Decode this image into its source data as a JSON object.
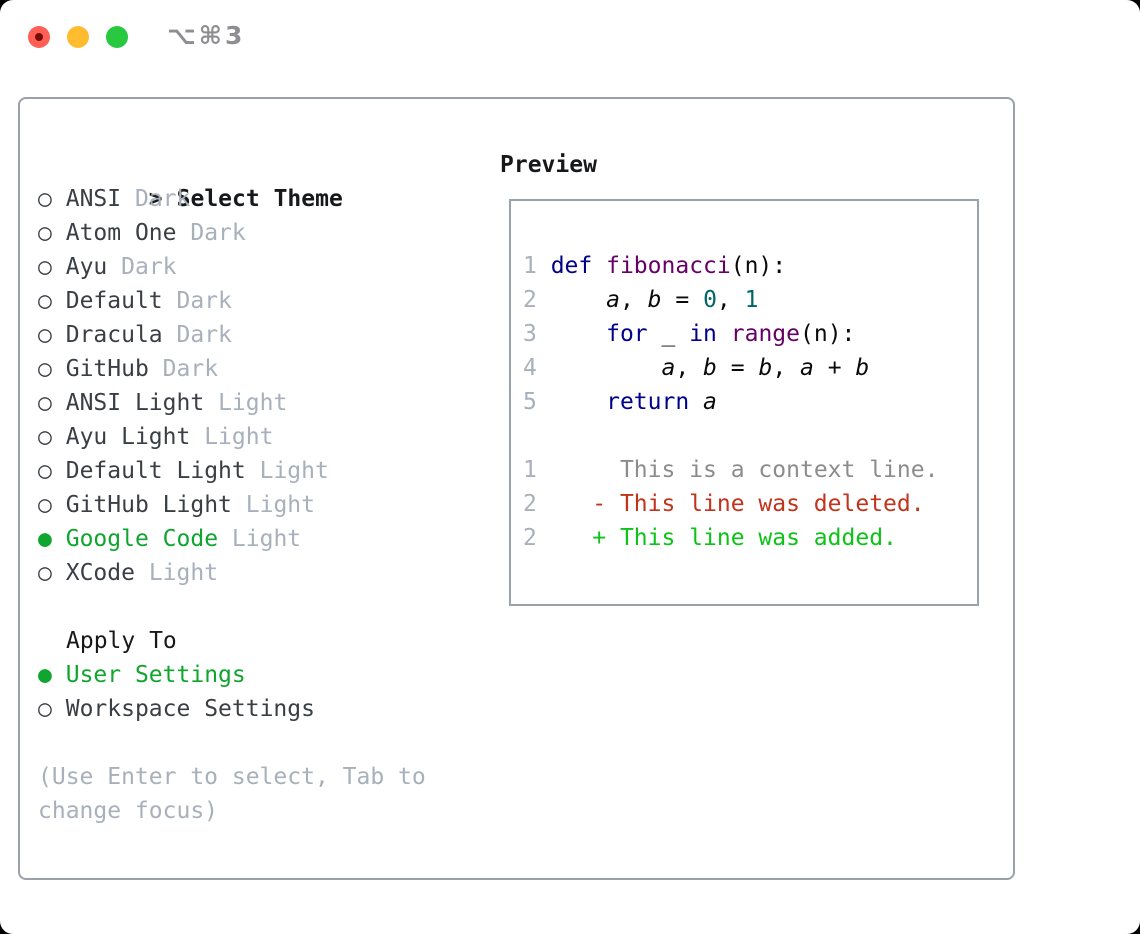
{
  "titlebar": {
    "title": "⌥⌘3",
    "traffic_lights": {
      "close_color": "#FF5F57",
      "minimize_color": "#FEBC2E",
      "zoom_color": "#28C840"
    }
  },
  "theme_selector": {
    "prompt": ">",
    "title": "Select Theme",
    "markers": {
      "selected": "●",
      "unselected": "○"
    },
    "themes": [
      {
        "name": "ANSI",
        "variant": "Dark",
        "selected": false
      },
      {
        "name": "Atom One",
        "variant": "Dark",
        "selected": false
      },
      {
        "name": "Ayu",
        "variant": "Dark",
        "selected": false
      },
      {
        "name": "Default",
        "variant": "Dark",
        "selected": false
      },
      {
        "name": "Dracula",
        "variant": "Dark",
        "selected": false
      },
      {
        "name": "GitHub",
        "variant": "Dark",
        "selected": false
      },
      {
        "name": "ANSI Light",
        "variant": "Light",
        "selected": false
      },
      {
        "name": "Ayu Light",
        "variant": "Light",
        "selected": false
      },
      {
        "name": "Default Light",
        "variant": "Light",
        "selected": false
      },
      {
        "name": "GitHub Light",
        "variant": "Light",
        "selected": false
      },
      {
        "name": "Google Code",
        "variant": "Light",
        "selected": true
      },
      {
        "name": "XCode",
        "variant": "Light",
        "selected": false
      }
    ],
    "apply_to": {
      "title": "Apply To",
      "options": [
        {
          "name": "User Settings",
          "selected": true
        },
        {
          "name": "Workspace Settings",
          "selected": false
        }
      ]
    },
    "help_lines": [
      "(Use Enter to select, Tab to",
      "change focus)"
    ]
  },
  "preview": {
    "title": "Preview",
    "lines": [
      [],
      [
        [
          "ln",
          "1 "
        ],
        [
          "kwd",
          "def"
        ],
        [
          "pln",
          " "
        ],
        [
          "typ",
          "fibonacci"
        ],
        [
          "pln",
          "(n):"
        ]
      ],
      [
        [
          "ln",
          "2 "
        ],
        [
          "pln",
          "    "
        ],
        [
          "var",
          "a"
        ],
        [
          "pln",
          ", "
        ],
        [
          "var",
          "b"
        ],
        [
          "pln",
          " = "
        ],
        [
          "lit",
          "0"
        ],
        [
          "pln",
          ", "
        ],
        [
          "lit",
          "1"
        ]
      ],
      [
        [
          "ln",
          "3 "
        ],
        [
          "pln",
          "    "
        ],
        [
          "kwd",
          "for"
        ],
        [
          "pln",
          " _ "
        ],
        [
          "kwd",
          "in"
        ],
        [
          "pln",
          " "
        ],
        [
          "typ",
          "range"
        ],
        [
          "pln",
          "(n):"
        ]
      ],
      [
        [
          "ln",
          "4 "
        ],
        [
          "pln",
          "        "
        ],
        [
          "var",
          "a"
        ],
        [
          "pln",
          ", "
        ],
        [
          "var",
          "b"
        ],
        [
          "pln",
          " = "
        ],
        [
          "var",
          "b"
        ],
        [
          "pln",
          ", "
        ],
        [
          "var",
          "a"
        ],
        [
          "pln",
          " + "
        ],
        [
          "var",
          "b"
        ]
      ],
      [
        [
          "ln",
          "5 "
        ],
        [
          "pln",
          "    "
        ],
        [
          "kwd",
          "return"
        ],
        [
          "pln",
          " "
        ],
        [
          "var",
          "a"
        ]
      ],
      [],
      [
        [
          "ln",
          "1"
        ],
        [
          "pln",
          "      "
        ],
        [
          "ctx",
          "This is a context line."
        ]
      ],
      [
        [
          "ln",
          "2"
        ],
        [
          "pln",
          "    "
        ],
        [
          "del",
          "- This line was deleted."
        ]
      ],
      [
        [
          "ln",
          "2"
        ],
        [
          "pln",
          "    "
        ],
        [
          "add",
          "+ This line was added."
        ]
      ],
      []
    ]
  },
  "colors": {
    "ui_green": "#0FA52F",
    "text_dark": "#3A3E45",
    "text_black": "#17181A",
    "muted_gray": "#A8B0BB",
    "panel_border": "#9AA1AB",
    "titlebar_text": "#8E8E92",
    "code_keyword": "#000088",
    "code_function": "#660066",
    "code_literal": "#006666",
    "code_plain": "#0A0A0A",
    "diff_context": "#8C8C8C",
    "diff_deleted": "#C2331C",
    "diff_added": "#0EC318"
  }
}
